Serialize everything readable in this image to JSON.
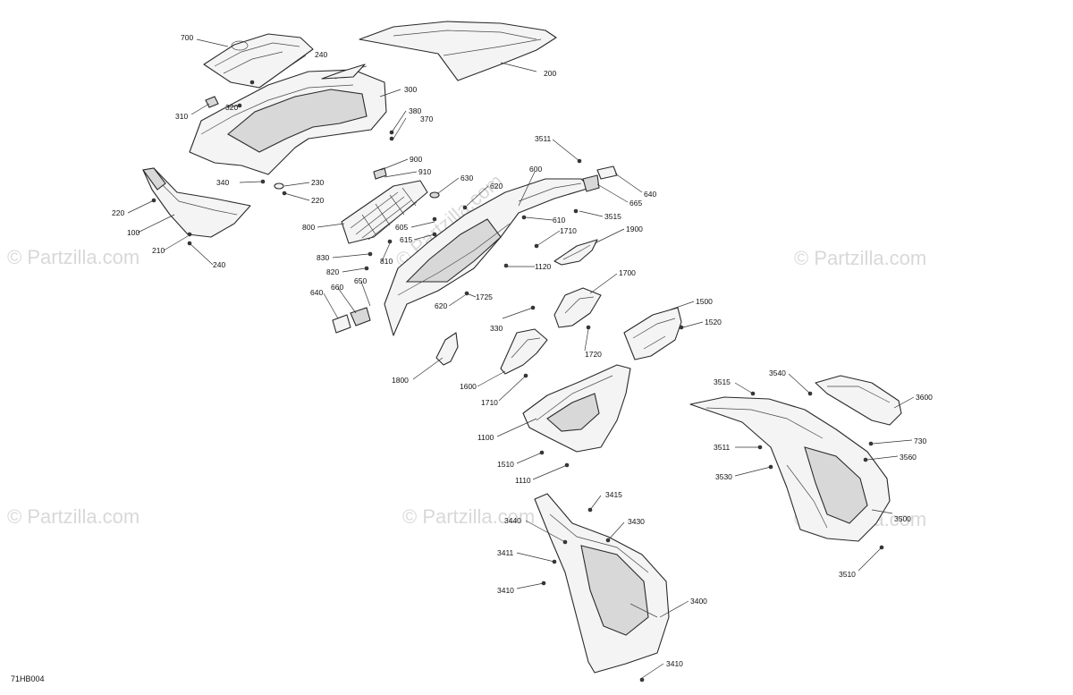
{
  "diagram_code": "71HB004",
  "watermark": "© Partzilla.com",
  "callouts": {
    "c700": "700",
    "c240a": "240",
    "c300": "300",
    "c310": "310",
    "c320": "320",
    "c380": "380",
    "c370": "370",
    "c200": "200",
    "c340": "340",
    "c230": "230",
    "c220a": "220",
    "c220b": "220",
    "c100": "100",
    "c210": "210",
    "c240b": "240",
    "c900": "900",
    "c910": "910",
    "c800": "800",
    "c630": "630",
    "c620a": "620",
    "c600": "600",
    "c3511a": "3511",
    "c640a": "640",
    "c665": "665",
    "c3515a": "3515",
    "c610": "610",
    "c605": "605",
    "c615": "615",
    "c1710a": "1710",
    "c1900": "1900",
    "c830": "830",
    "c820": "820",
    "c810": "810",
    "c1120": "1120",
    "c640b": "640",
    "c660": "660",
    "c650": "650",
    "c1725": "1725",
    "c620b": "620",
    "c1700": "1700",
    "c330": "330",
    "c1500": "1500",
    "c1520": "1520",
    "c1720": "1720",
    "c1800": "1800",
    "c1600": "1600",
    "c1710b": "1710",
    "c3515b": "3515",
    "c3540": "3540",
    "c3600": "3600",
    "c1100": "1100",
    "c730": "730",
    "c3511b": "3511",
    "c3560": "3560",
    "c1510": "1510",
    "c3530": "3530",
    "c1110": "1110",
    "c3415": "3415",
    "c3440": "3440",
    "c3430": "3430",
    "c3500": "3500",
    "c3411": "3411",
    "c3510": "3510",
    "c3410a": "3410",
    "c3400": "3400",
    "c3410b": "3410"
  }
}
